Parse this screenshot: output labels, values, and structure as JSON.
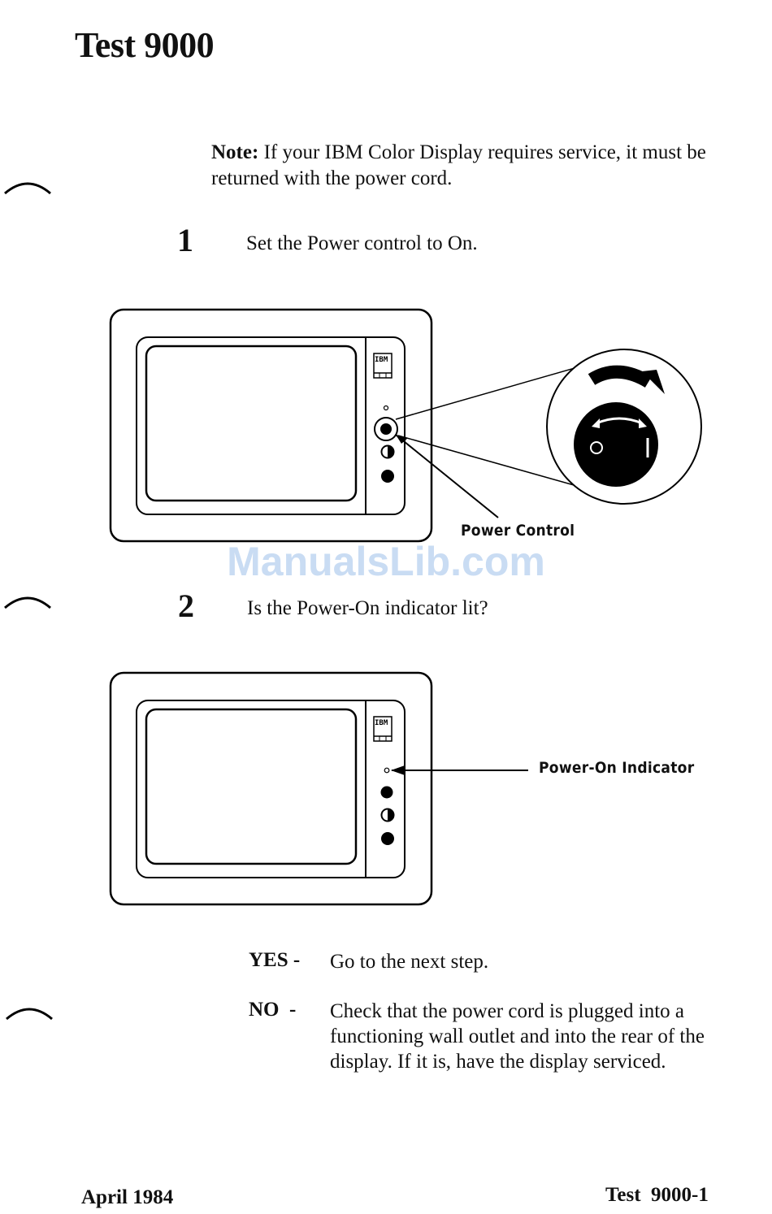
{
  "page": {
    "title": "Test 9000",
    "note": {
      "label": "Note:",
      "text": "If your IBM Color Display requires service, it must be returned with the power cord."
    },
    "steps": [
      {
        "number": "1",
        "text": "Set the Power control to On."
      },
      {
        "number": "2",
        "text": "Is the Power-On indicator lit?"
      }
    ],
    "figure1": {
      "callout": "Power Control",
      "logo": "IBM"
    },
    "figure2": {
      "callout": "Power-On Indicator",
      "logo": "IBM"
    },
    "answers": [
      {
        "key": "YES -",
        "text": "Go to the next step."
      },
      {
        "key": "NO  -",
        "text": "Check that the power cord is plugged into a functioning wall outlet and into the rear of the display.  If it is, have the display serviced."
      }
    ],
    "watermark": "ManualsLib.com",
    "footer": {
      "left": "April 1984",
      "right": "Test  9000-1"
    }
  }
}
